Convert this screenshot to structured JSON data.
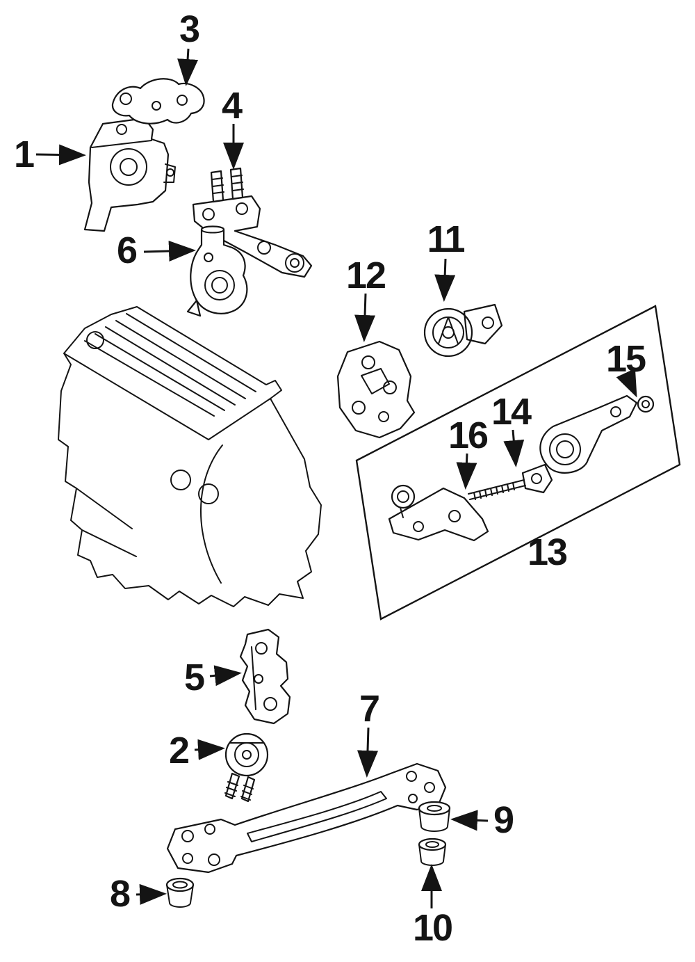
{
  "colors": {
    "background": "#ffffff",
    "ink": "#141414"
  },
  "callouts": [
    {
      "label": "1"
    },
    {
      "label": "2"
    },
    {
      "label": "3"
    },
    {
      "label": "4"
    },
    {
      "label": "5"
    },
    {
      "label": "6"
    },
    {
      "label": "7"
    },
    {
      "label": "8"
    },
    {
      "label": "9"
    },
    {
      "label": "10"
    },
    {
      "label": "11"
    },
    {
      "label": "12"
    },
    {
      "label": "13"
    },
    {
      "label": "14"
    },
    {
      "label": "15"
    },
    {
      "label": "16"
    }
  ]
}
